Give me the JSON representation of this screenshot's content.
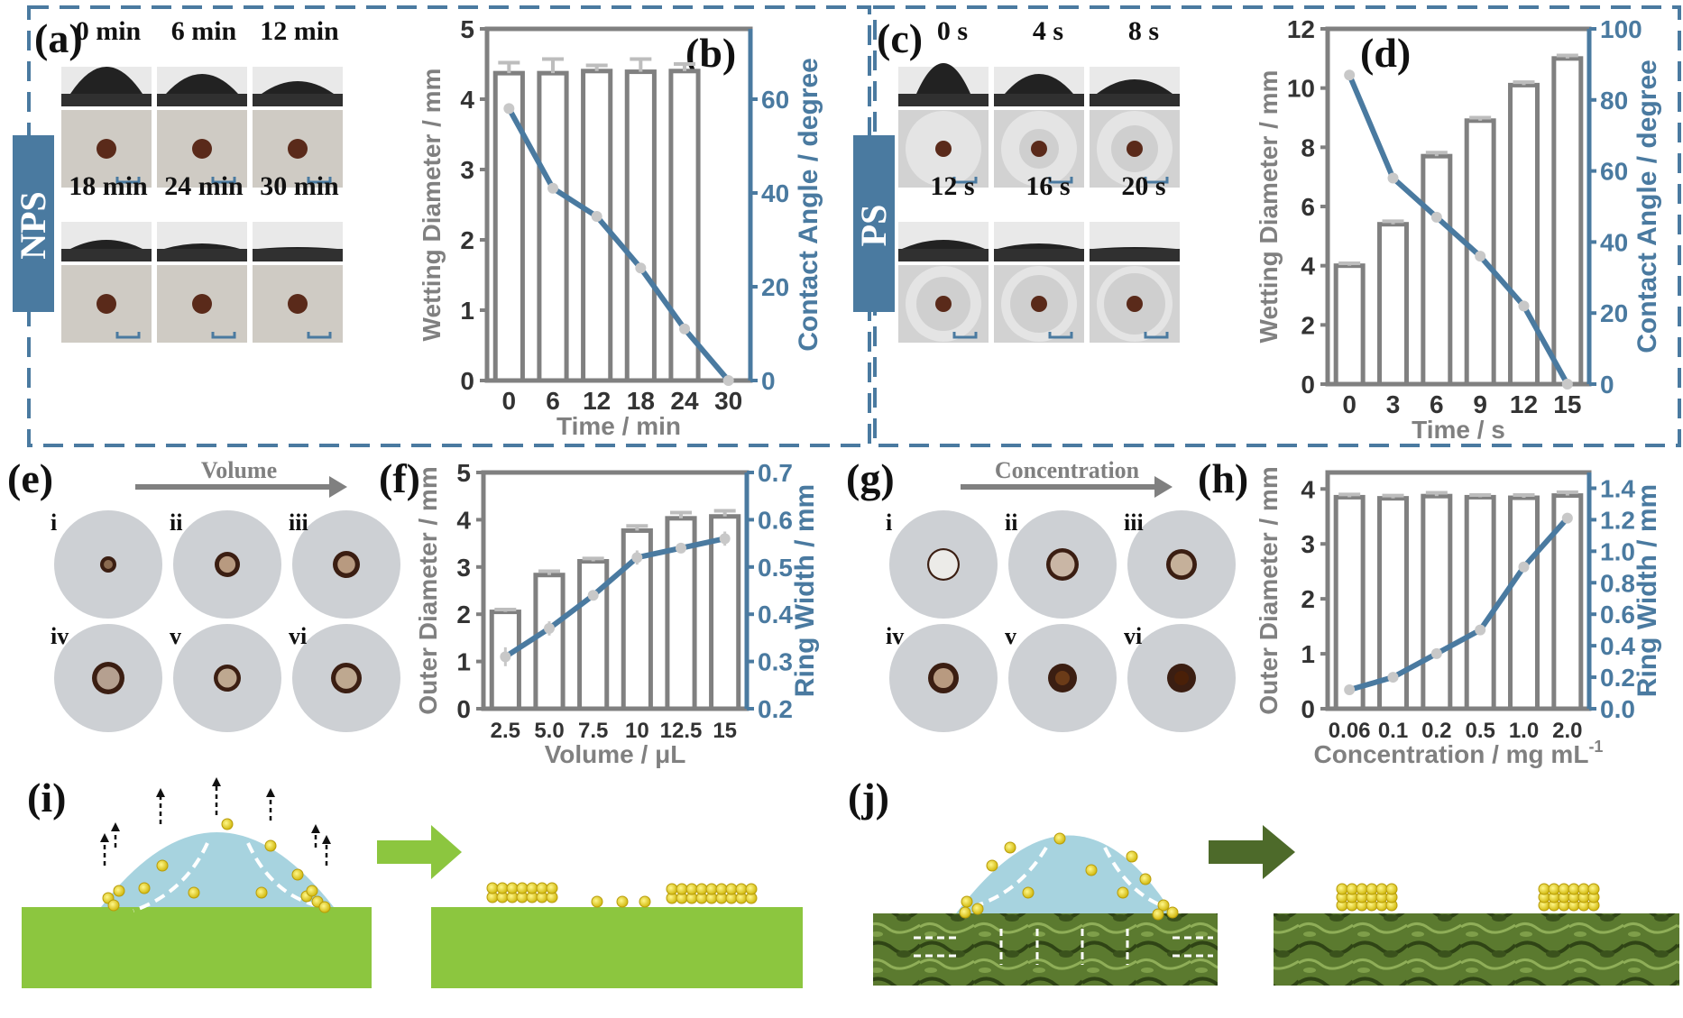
{
  "colors": {
    "accent": "#4a7aa0",
    "bar": "#808080",
    "frame": "#4a7aa0",
    "substrate": "#8cc63f",
    "droplet": "#a7d3df",
    "np": "#f2e21a",
    "dark_green": "#4d6a2a"
  },
  "labels": {
    "a": "(a)",
    "b": "(b)",
    "c": "(c)",
    "d": "(d)",
    "e": "(e)",
    "f": "(f)",
    "g": "(g)",
    "h": "(h)",
    "i": "(i)",
    "j": "(j)"
  },
  "sidebars": {
    "nps": "NPS",
    "ps": "PS"
  },
  "photo_times_a": [
    "0 min",
    "6 min",
    "12 min",
    "18 min",
    "24 min",
    "30 min"
  ],
  "photo_times_c": [
    "0 s",
    "4 s",
    "8 s",
    "12 s",
    "16 s",
    "20 s"
  ],
  "arrows": {
    "volume": "Volume",
    "concentration": "Concentration"
  },
  "roman": [
    "i",
    "ii",
    "iii",
    "iv",
    "v",
    "vi"
  ],
  "chart_data": [
    {
      "id": "b",
      "type": "bar",
      "categories": [
        "0",
        "6",
        "12",
        "18",
        "24",
        "30"
      ],
      "bars": {
        "name": "Wetting Diameter",
        "values": [
          4.37,
          4.37,
          4.4,
          4.39,
          4.4,
          null
        ],
        "errors": [
          0.15,
          0.2,
          0.08,
          0.18,
          0.1,
          0
        ]
      },
      "line": {
        "name": "Contact Angle",
        "values": [
          58,
          41,
          35,
          24,
          11,
          0
        ]
      },
      "xlabel": "Time / min",
      "ylabel": "Wetting Diameter / mm",
      "ylabel2": "Contact Angle / degree",
      "ylim": [
        0,
        5
      ],
      "y2lim": [
        0,
        75
      ],
      "yticks": [
        "0",
        "1",
        "2",
        "3",
        "4",
        "5"
      ],
      "y2ticks": [
        "0",
        "20",
        "40",
        "60"
      ]
    },
    {
      "id": "d",
      "type": "bar",
      "categories": [
        "0",
        "3",
        "6",
        "9",
        "12",
        "15"
      ],
      "bars": {
        "name": "Wetting Diameter",
        "values": [
          4.0,
          5.4,
          7.7,
          8.9,
          10.1,
          11.0
        ],
        "errors": [
          0.08,
          0.1,
          0.12,
          0.1,
          0.1,
          0.1
        ]
      },
      "line": {
        "name": "Contact Angle",
        "values": [
          87,
          58,
          47,
          36,
          22,
          0
        ]
      },
      "xlabel": "Time / s",
      "ylabel": "Wetting Diameter / mm",
      "ylabel2": "Contact Angle / degree",
      "ylim": [
        0,
        12
      ],
      "y2lim": [
        0,
        100
      ],
      "yticks": [
        "0",
        "2",
        "4",
        "6",
        "8",
        "10",
        "12"
      ],
      "y2ticks": [
        "0",
        "20",
        "40",
        "60",
        "80",
        "100"
      ]
    },
    {
      "id": "f",
      "type": "bar",
      "categories": [
        "2.5",
        "5.0",
        "7.5",
        "10",
        "12.5",
        "15"
      ],
      "bars": {
        "name": "Outer Diameter",
        "values": [
          2.05,
          2.83,
          3.12,
          3.77,
          4.03,
          4.07
        ],
        "errors": [
          0.05,
          0.08,
          0.06,
          0.1,
          0.12,
          0.12
        ]
      },
      "line": {
        "name": "Ring Width",
        "values": [
          0.31,
          0.37,
          0.44,
          0.52,
          0.54,
          0.56
        ],
        "errors": [
          0.02,
          0.015,
          0.01,
          0.015,
          0.005,
          0.015
        ]
      },
      "xlabel": "Volume / μL",
      "ylabel": "Outer Diameter / mm",
      "ylabel2": "Ring Width / mm",
      "ylim": [
        0,
        5
      ],
      "y2lim": [
        0.2,
        0.7
      ],
      "yticks": [
        "0",
        "1",
        "2",
        "3",
        "4",
        "5"
      ],
      "y2ticks": [
        "0.2",
        "0.3",
        "0.4",
        "0.5",
        "0.6",
        "0.7"
      ]
    },
    {
      "id": "h",
      "type": "bar",
      "categories": [
        "0.06",
        "0.1",
        "0.2",
        "0.5",
        "1.0",
        "2.0"
      ],
      "bars": {
        "name": "Outer Diameter",
        "values": [
          3.85,
          3.83,
          3.87,
          3.85,
          3.84,
          3.88
        ],
        "errors": [
          0.05,
          0.05,
          0.06,
          0.04,
          0.05,
          0.06
        ]
      },
      "line": {
        "name": "Ring Width",
        "values": [
          0.12,
          0.2,
          0.35,
          0.5,
          0.9,
          1.21
        ],
        "errors": [
          0.01,
          0.01,
          0.015,
          0.02,
          0.01,
          0.015
        ]
      },
      "xlabel": "Concentration / mg mL",
      "xlabel_sup": "-1",
      "ylabel": "Outer Diameter / mm",
      "ylabel2": "Ring Width / mm",
      "ylim": [
        0,
        4.3
      ],
      "y2lim": [
        0,
        1.5
      ],
      "yticks": [
        "0",
        "1",
        "2",
        "3",
        "4"
      ],
      "y2ticks": [
        "0.0",
        "0.2",
        "0.4",
        "0.6",
        "0.8",
        "1.0",
        "1.2",
        "1.4"
      ]
    }
  ]
}
